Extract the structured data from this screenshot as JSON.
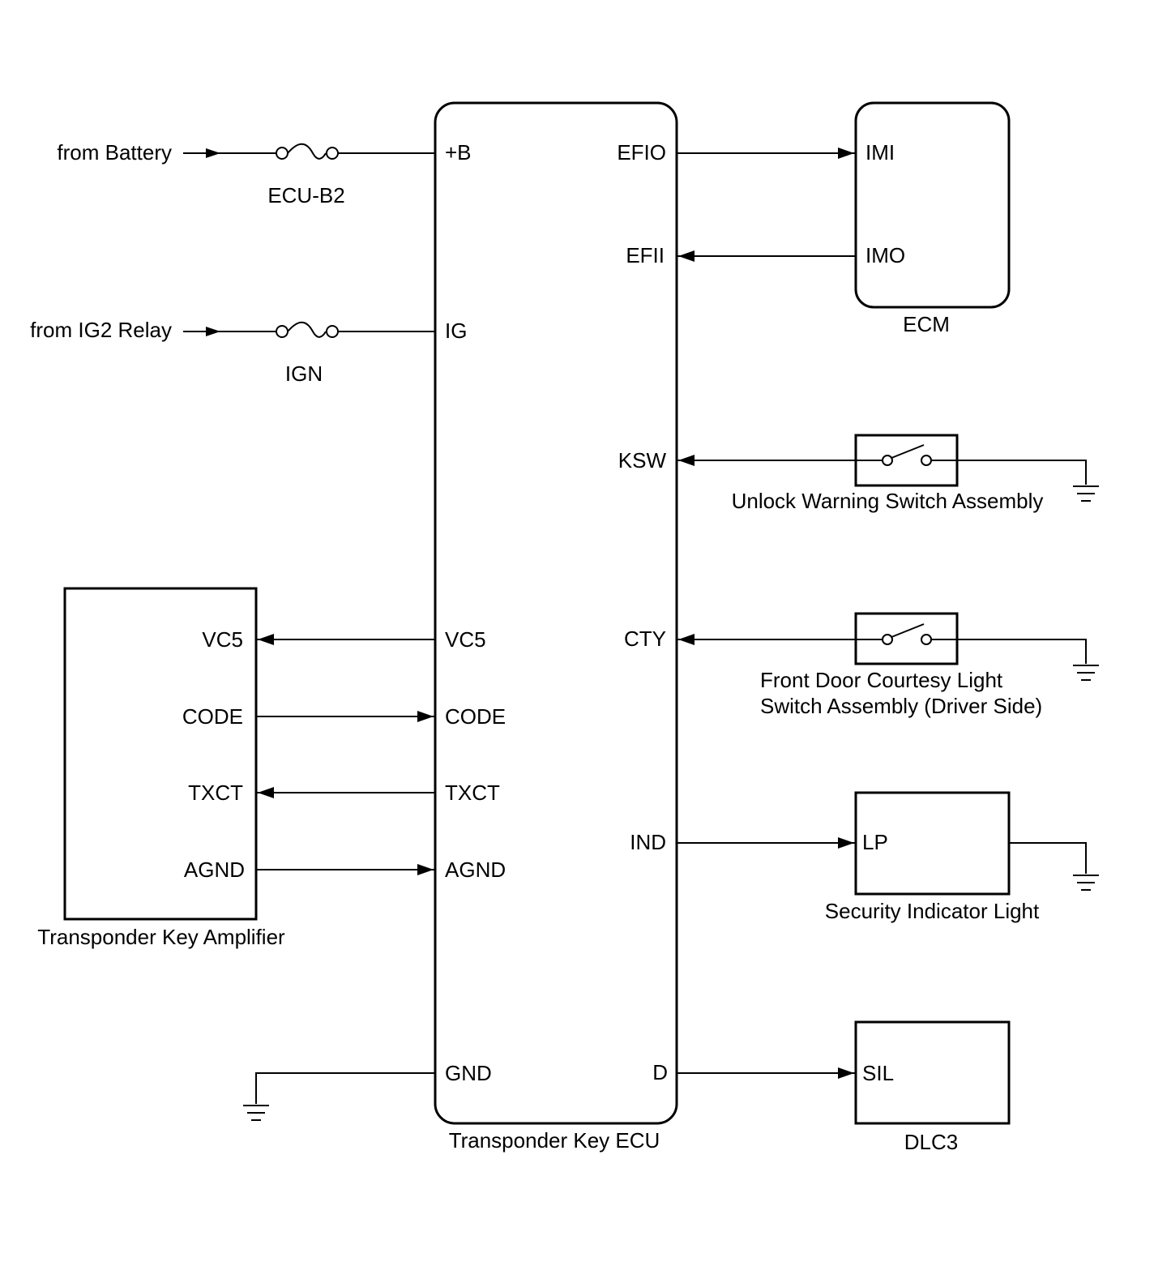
{
  "sources": {
    "battery": "from Battery",
    "ig2_relay": "from IG2 Relay"
  },
  "fuses": {
    "ecu_b2": "ECU-B2",
    "ign": "IGN"
  },
  "transponder_ecu": {
    "name": "Transponder Key ECU",
    "pins": {
      "plus_b": "+B",
      "ig": "IG",
      "vc5": "VC5",
      "code": "CODE",
      "txct": "TXCT",
      "agnd": "AGND",
      "gnd": "GND",
      "efio": "EFIO",
      "efii": "EFII",
      "ksw": "KSW",
      "cty": "CTY",
      "ind": "IND",
      "d": "D"
    }
  },
  "ecm": {
    "name": "ECM",
    "pins": {
      "imi": "IMI",
      "imo": "IMO"
    }
  },
  "amplifier": {
    "name": "Transponder Key Amplifier",
    "pins": {
      "vc5": "VC5",
      "code": "CODE",
      "txct": "TXCT",
      "agnd": "AGND"
    }
  },
  "unlock_switch": {
    "name": "Unlock Warning Switch Assembly"
  },
  "courtesy_switch": {
    "name_line1": "Front Door Courtesy Light",
    "name_line2": "Switch Assembly (Driver Side)"
  },
  "security_light": {
    "name": "Security Indicator Light",
    "pin": "LP"
  },
  "dlc3": {
    "name": "DLC3",
    "pin": "SIL"
  }
}
